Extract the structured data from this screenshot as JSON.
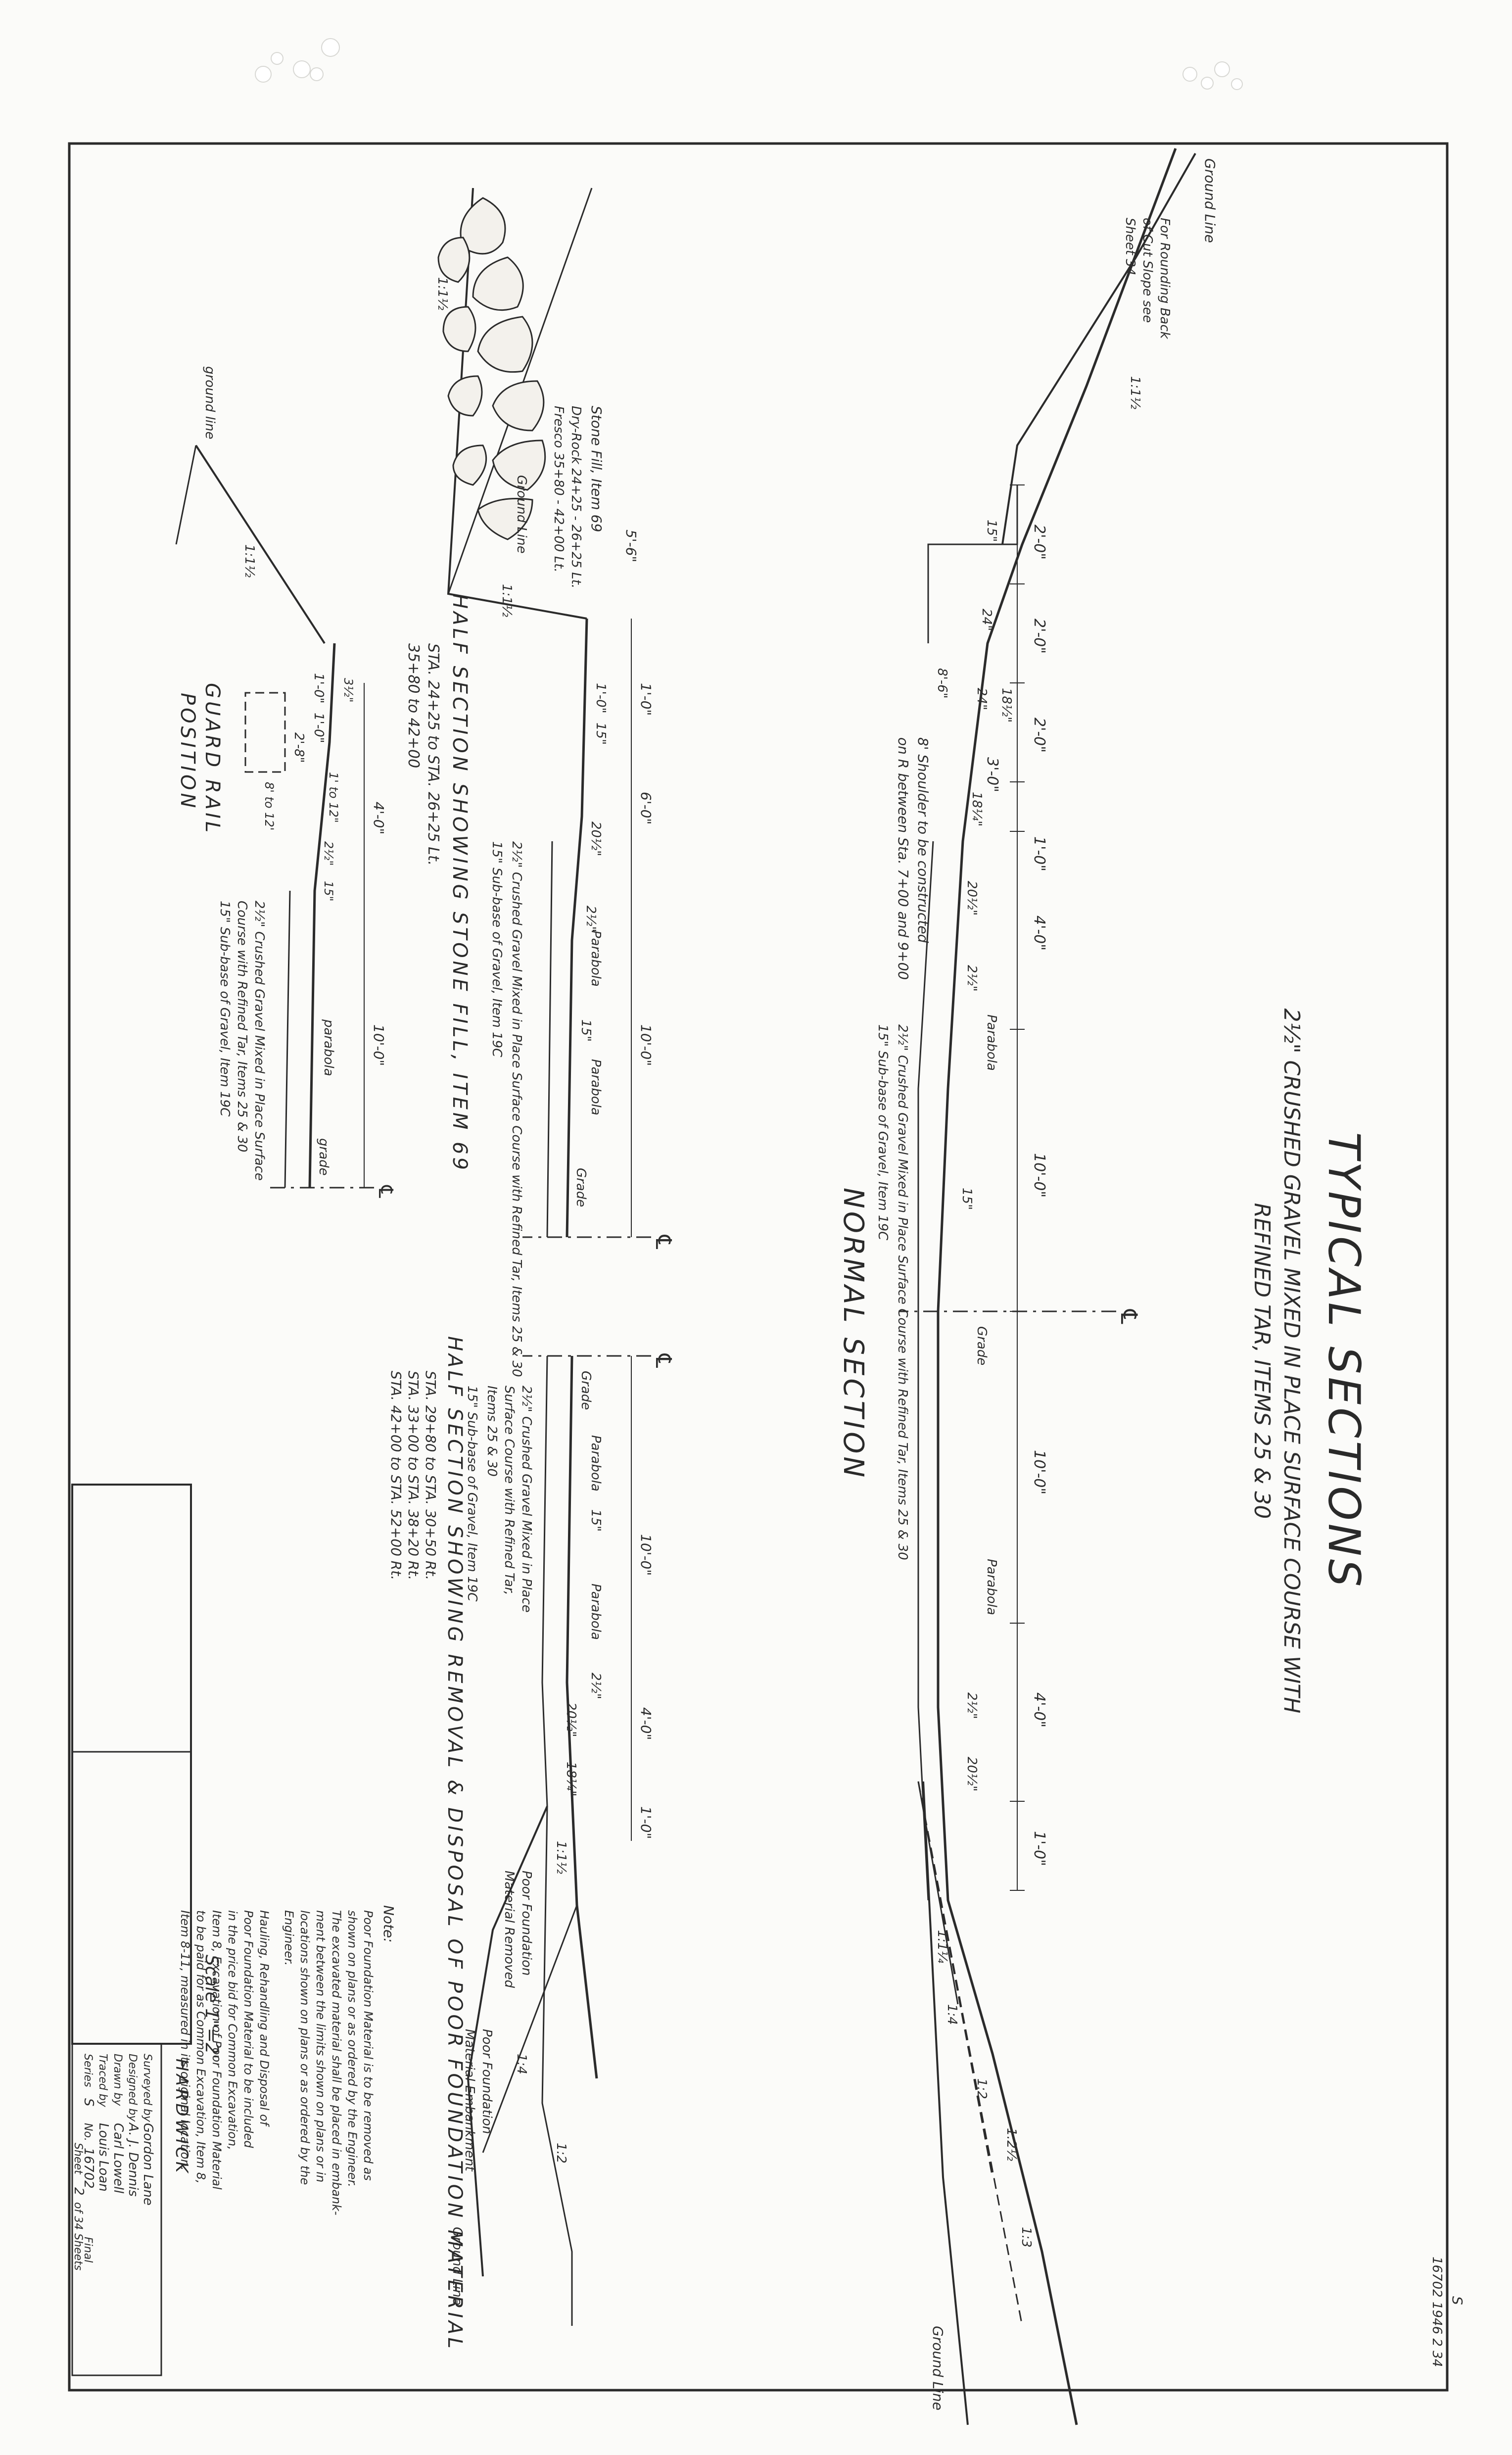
{
  "title": "TYPICAL SECTIONS",
  "subtitle_1": "2½\" CRUSHED GRAVEL MIXED IN PLACE SURFACE COURSE WITH",
  "subtitle_2": "REFINED TAR, ITEMS 25 & 30",
  "normal_section": {
    "label": "NORMAL SECTION",
    "ground_line": "Ground Line",
    "ground_line_right": "Ground Line",
    "note_top_1": "For Rounding Back",
    "note_top_2": "of Cut Slope see",
    "note_top_3": "Sheet 34",
    "shoulder_note_1": "8' Shoulder to be constructed",
    "shoulder_note_2": "on R between Sta. 7+00 and 9+00",
    "surface_note": "2½\" Crushed Gravel Mixed in Place Surface Course with Refined Tar, Items 25 & 30",
    "subbase_note": "15\" Sub-base of Gravel, Item 19C",
    "dims": [
      "2'-0\"",
      "2'-0\"",
      "2'-0\"",
      "3'-0\"",
      "1'-0\"",
      "4'-0\"",
      "10'-0\"",
      "10'-0\"",
      "4'-0\"",
      "1'-0\""
    ],
    "depths": [
      "15\"",
      "24\"",
      "24\"",
      "18½\"",
      "18¼\"",
      "8'-6\"",
      "20½\"",
      "2½\"",
      "15\"",
      "2½\"",
      "20½\""
    ],
    "slopes": [
      "1:1½",
      "1:2",
      "1:2½",
      "1:3",
      "1:4",
      "1:1¼"
    ],
    "parabola": [
      "Parabola",
      "Parabola"
    ],
    "grade": "Grade",
    "centerline": "℄"
  },
  "stone_fill_section": {
    "label": "HALF SECTION SHOWING STONE FILL, ITEM 69",
    "sta_1": "STA. 24+25 to STA. 26+25 Lt.",
    "sta_2": "35+80 to 42+00",
    "stone_note_1": "Stone Fill, Item 69",
    "stone_note_2": "Dry-Rock 24+25 - 26+25 Lt.",
    "stone_note_3": "Fresco 35+80 - 42+00 Lt.",
    "ground_line": "Ground Line",
    "surface_note": "2½\" Crushed Gravel Mixed in Place Surface Course with Refined Tar, Items 25 & 30",
    "subbase_note": "15\" Sub-base of Gravel, Item 19C",
    "dims": [
      "5'-6\"",
      "1'-0\"",
      "6'-0\"",
      "10'-0\""
    ],
    "depths": [
      "1'-0\"",
      "15\"",
      "2½\"",
      "15\"",
      "20½\""
    ],
    "slopes": [
      "1:1½",
      "1:1½"
    ],
    "parabola": [
      "Parabola",
      "Parabola"
    ],
    "grade": "Grade",
    "centerline": "℄"
  },
  "guard_rail_section": {
    "label_1": "GUARD RAIL",
    "label_2": "POSITION",
    "ground_line": "ground line",
    "surface_note_1": "2½\" Crushed Gravel Mixed in Place Surface",
    "surface_note_2": "Course with Refined Tar, Items 25 & 30",
    "subbase_note": "15\" Sub-base of Gravel, Item 19C",
    "dims": [
      "1'-0\"",
      "1'-0\"",
      "2'-8\"",
      "4'-0\"",
      "10'-0\""
    ],
    "depths": [
      "3½\"",
      "2½\"",
      "15\"",
      "1' to 12\""
    ],
    "slopes": [
      "1:1½",
      "8' to 12'"
    ],
    "parabola": "parabola",
    "grade": "grade",
    "centerline": "℄"
  },
  "removal_section": {
    "label": "HALF SECTION SHOWING REMOVAL & DISPOSAL OF POOR FOUNDATION MATERIAL",
    "sta_1": "STA. 29+80 to STA. 30+50 Rt.",
    "sta_2": "STA. 33+00 to STA. 38+20 Rt.",
    "sta_3": "STA. 42+00 to STA. 52+00 Rt.",
    "surface_note_1": "2½\" Crushed Gravel Mixed in Place",
    "surface_note_2": "Surface Course with Refined Tar,",
    "surface_note_3": "Items 25 & 30",
    "subbase_note": "15\" Sub-base of Gravel, Item 19C",
    "poor_removed_1": "Poor Foundation",
    "poor_removed_2": "Material Removed",
    "embankment_1": "Poor Foundation",
    "embankment_2": "Material Embankment",
    "ground_line": "Ground Line",
    "dims": [
      "10'-0\"",
      "4'-0\"",
      "1'-0\""
    ],
    "depths": [
      "15\"",
      "2½\"",
      "20½\"",
      "18¼\""
    ],
    "slopes": [
      "1:4",
      "1:2",
      "1:1½"
    ],
    "parabola": [
      "Parabola",
      "Parabola"
    ],
    "grade": "Grade",
    "centerline": "℄"
  },
  "note": {
    "heading": "Note:",
    "lines": [
      "Poor Foundation Material is to be removed as",
      "shown on plans or as ordered by the Engineer.",
      "The excavated material shall be placed in embank-",
      "ment between the limits shown on plans or in",
      "locations shown on plans or as ordered by the",
      "Engineer.",
      "Hauling, Rehandling and Disposal of",
      "Poor Foundation Material to be included",
      "in the price bid for Common Excavation,",
      "Item 8, Excavation of Poor Foundation Material",
      "to be paid for as Common Excavation, Item 8,",
      "Item 8-11, measured in its original location."
    ]
  },
  "scale": "Scale 1\"=2'",
  "town": "HARDWICK",
  "title_block": {
    "surveyed_by": "Surveyed by",
    "surveyed_name": "Gordon Lane",
    "designed_by": "Designed by",
    "designed_name": "A. J. Dennis",
    "drawn_by": "Drawn by",
    "drawn_name": "Carl Lowell",
    "traced_by": "Traced by",
    "traced_name": "Louis Loan",
    "series_label": "Series",
    "series_val": "S",
    "no_label": "No.",
    "no_val": "16702",
    "final": "Final",
    "sheet_label": "Sheet",
    "sheet_val": "2",
    "of_sheets": "of 34 Sheets"
  },
  "corner_stamp": "S",
  "corner_ref": "16702 1946 2 34",
  "colors": {
    "ink": "#2b2b2b",
    "paper": "#fbfbf9",
    "stone": "#f3f1ec"
  }
}
